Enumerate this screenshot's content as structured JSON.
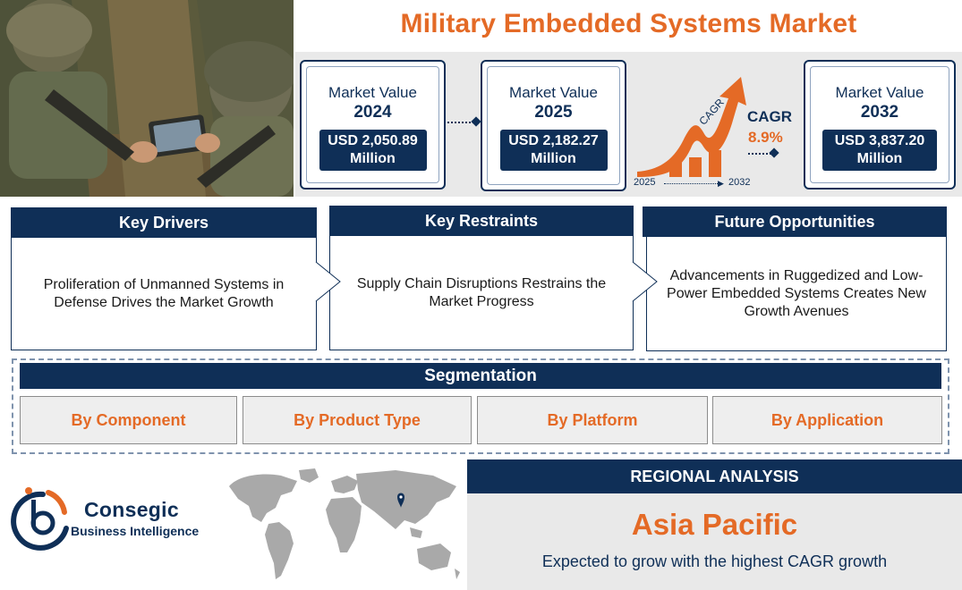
{
  "title": "Military Embedded Systems Market",
  "market_values": [
    {
      "label": "Market Value",
      "year": "2024",
      "amount": "USD 2,050.89",
      "unit": "Million"
    },
    {
      "label": "Market Value",
      "year": "2025",
      "amount": "USD 2,182.27",
      "unit": "Million"
    },
    {
      "label": "Market Value",
      "year": "2032",
      "amount": "USD 3,837.20",
      "unit": "Million"
    }
  ],
  "cagr": {
    "arrow_text": "CAGR",
    "label": "CAGR",
    "value": "8.9%",
    "from_year": "2025",
    "to_year": "2032"
  },
  "panels": [
    {
      "title": "Key Drivers",
      "text": "Proliferation of Unmanned Systems in Defense Drives the Market Growth"
    },
    {
      "title": "Key Restraints",
      "text": "Supply Chain Disruptions Restrains the Market Progress"
    },
    {
      "title": "Future Opportunities",
      "text": "Advancements in Ruggedized and Low-Power Embedded Systems Creates New Growth Avenues"
    }
  ],
  "segmentation": {
    "title": "Segmentation",
    "items": [
      "By Component",
      "By Product Type",
      "By Platform",
      "By Application"
    ]
  },
  "regional": {
    "title": "REGIONAL ANALYSIS",
    "region": "Asia Pacific",
    "description": "Expected to grow with the highest CAGR growth"
  },
  "brand": {
    "name": "Consegic",
    "subtitle": "Business Intelligence"
  },
  "colors": {
    "navy": "#0f2f57",
    "orange": "#e46a26",
    "grey": "#e9e9e9"
  }
}
